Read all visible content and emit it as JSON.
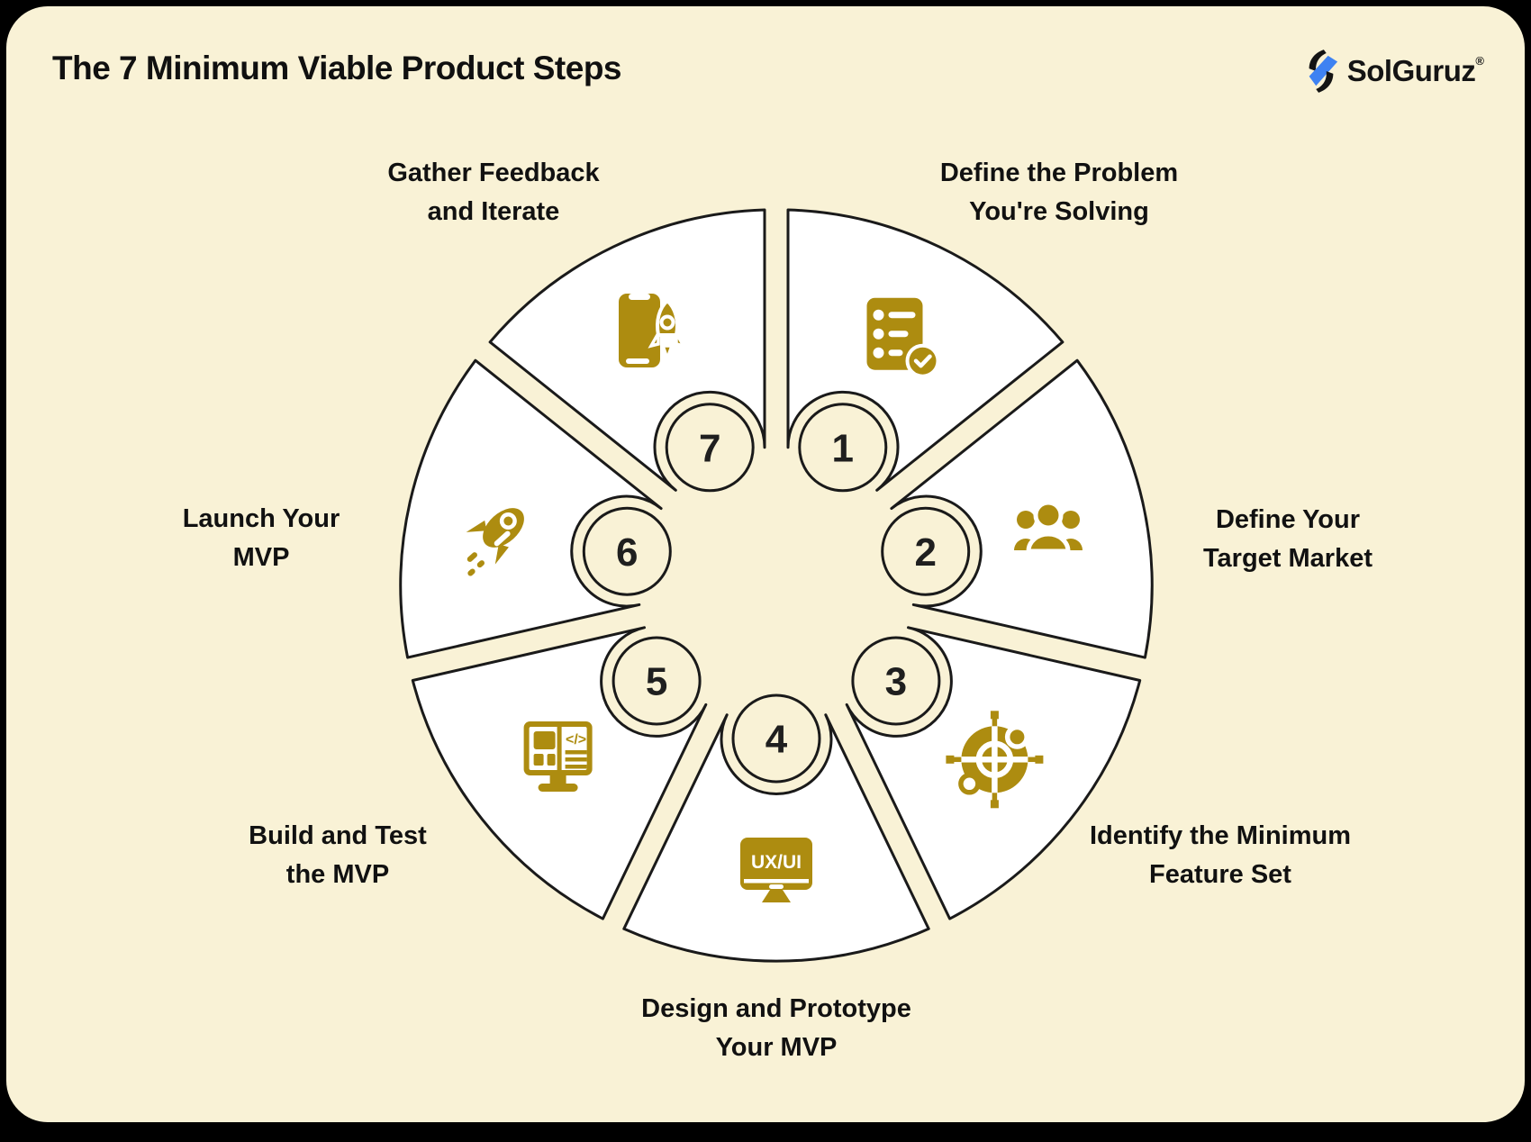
{
  "title": "The 7 Minimum Viable Product Steps",
  "logo": {
    "name": "SolGuruz",
    "registered": "®"
  },
  "wheel": {
    "steps": [
      {
        "number": "1",
        "label": "Define the Problem\nYou're Solving",
        "icon": "checklist-icon"
      },
      {
        "number": "2",
        "label": "Define Your\nTarget Market",
        "icon": "team-icon"
      },
      {
        "number": "3",
        "label": "Identify the Minimum\nFeature Set",
        "icon": "target-icon"
      },
      {
        "number": "4",
        "label": "Design and Prototype\nYour MVP",
        "icon": "uxui-monitor-icon"
      },
      {
        "number": "5",
        "label": "Build and Test\nthe MVP",
        "icon": "code-monitor-icon"
      },
      {
        "number": "6",
        "label": "Launch Your\nMVP",
        "icon": "rocket-icon"
      },
      {
        "number": "7",
        "label": "Gather Feedback\nand Iterate",
        "icon": "phone-launch-icon"
      }
    ],
    "icon_text": {
      "uxui": "UX/UI",
      "code": "</>"
    }
  },
  "colors": {
    "background": "#f9f2d6",
    "segment": "#ffffff",
    "outline": "#1a1a1a",
    "icon_gold": "#ad8c10",
    "logo_blue": "#3e82f2"
  }
}
